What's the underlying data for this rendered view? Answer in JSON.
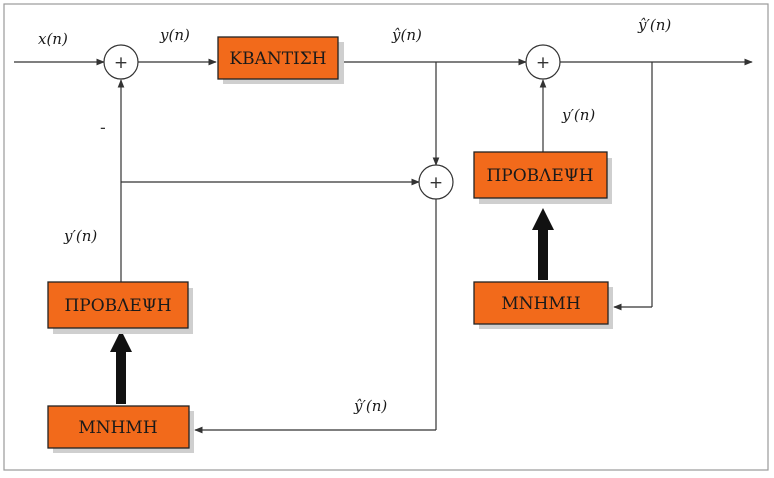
{
  "blocks": {
    "quantizer": "ΚΒΑΝΤΙΣΗ",
    "predictor_encoder": "ΠΡΟΒΛΕΨΗ",
    "memory_encoder": "ΜΝΗΜΗ",
    "predictor_decoder": "ΠΡΟΒΛΕΨΗ",
    "memory_decoder": "ΜΝΗΜΗ"
  },
  "signals": {
    "input": "x(n)",
    "error": "y(n)",
    "quantized": "ŷ(n)",
    "output": "ŷ′(n)",
    "decoder_prediction": "y′(n)",
    "encoder_prediction": "y′(n)",
    "reconstructed": "ŷ′(n)"
  },
  "junctions": {
    "plus_sign": "+",
    "minus_sign": "-"
  }
}
